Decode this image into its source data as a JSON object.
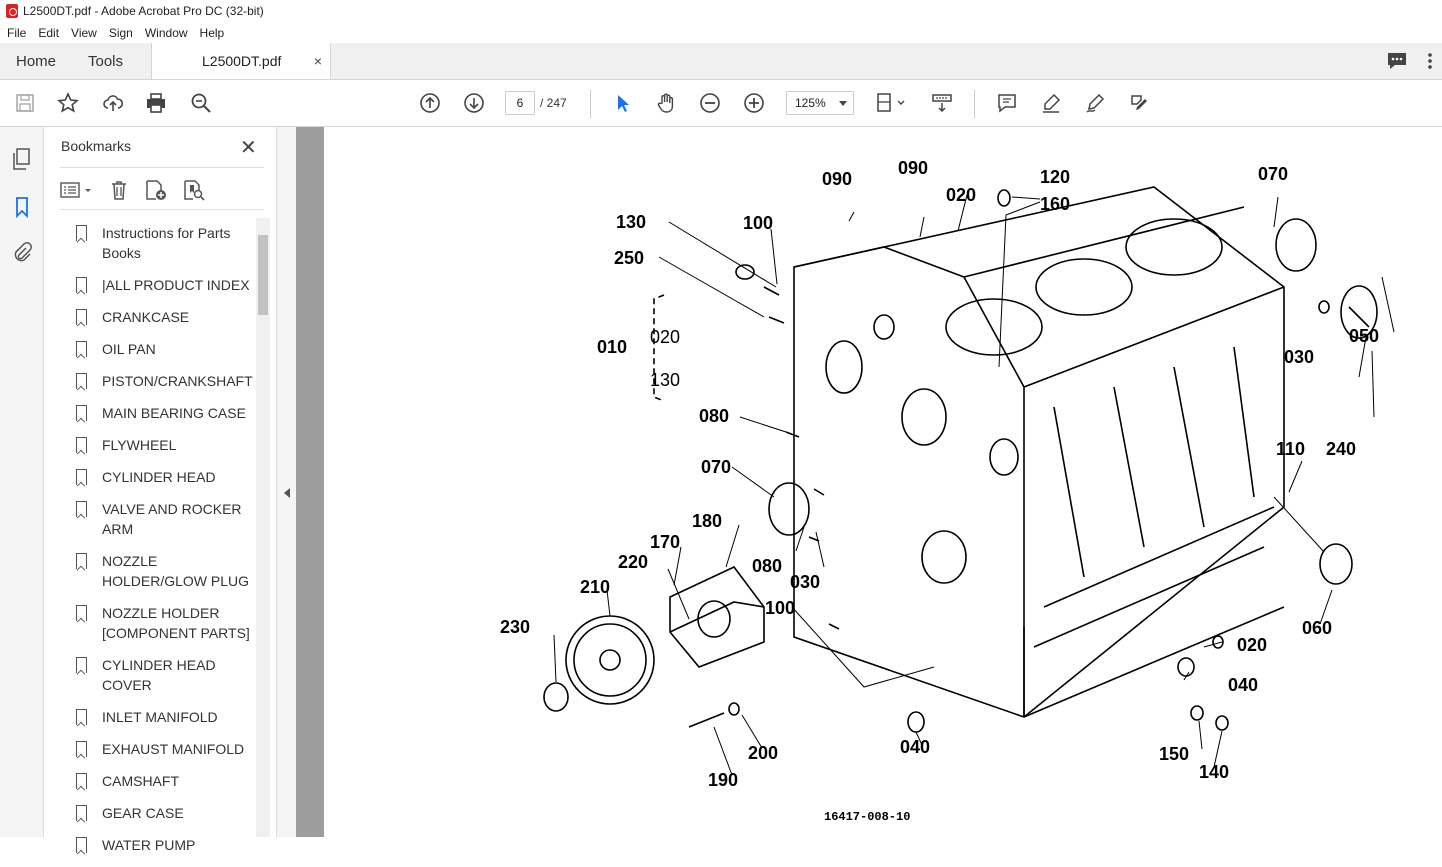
{
  "window": {
    "title": "L2500DT.pdf - Adobe Acrobat Pro DC (32-bit)"
  },
  "menu": [
    "File",
    "Edit",
    "View",
    "Sign",
    "Window",
    "Help"
  ],
  "tabs": {
    "home": "Home",
    "tools": "Tools",
    "document": "L2500DT.pdf",
    "close": "×"
  },
  "toolbar": {
    "page_current": "6",
    "page_total": "/ 247",
    "zoom": "125%"
  },
  "bookmarks": {
    "title": "Bookmarks",
    "close": "✕",
    "items": [
      "Instructions for Parts Books",
      "|ALL PRODUCT INDEX",
      "CRANKCASE",
      "OIL PAN",
      "PISTON/CRANKSHAFT",
      "MAIN BEARING CASE",
      "FLYWHEEL",
      "CYLINDER HEAD",
      "VALVE AND ROCKER ARM",
      "NOZZLE HOLDER/GLOW PLUG",
      "NOZZLE HOLDER [COMPONENT PARTS]",
      "CYLINDER HEAD COVER",
      "INLET MANIFOLD",
      "EXHAUST MANIFOLD",
      "CAMSHAFT",
      "GEAR CASE",
      "WATER PUMP"
    ]
  },
  "diagram": {
    "labels": {
      "l090a": "090",
      "l090b": "090",
      "l020a": "020",
      "l120": "120",
      "l160": "160",
      "l070a": "070",
      "l130": "130",
      "l100a": "100",
      "l250": "250",
      "l010": "010",
      "l020r": "020",
      "l130r": "130",
      "l050": "050",
      "l030a": "030",
      "l240": "240",
      "l080a": "080",
      "l070b": "070",
      "l110": "110",
      "l180": "180",
      "l170": "170",
      "l220": "220",
      "l080b": "080",
      "l030b": "030",
      "l210": "210",
      "l100b": "100",
      "l060": "060",
      "l230": "230",
      "l020b": "020",
      "l040a": "040",
      "l040b": "040",
      "l150": "150",
      "l140": "140",
      "l200": "200",
      "l190": "190"
    },
    "code": "16417-008-10"
  }
}
